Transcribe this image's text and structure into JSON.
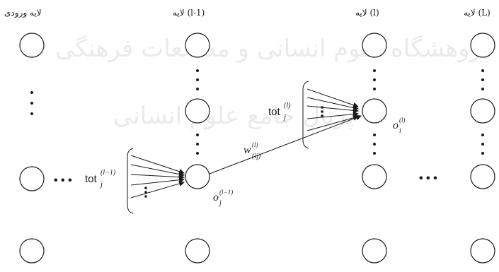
{
  "layers": {
    "input_label": "لایه ورودی",
    "prev_label": "لایه (l-1)",
    "curr_label": "لایه (l)",
    "last_label": "لایه (L)"
  },
  "math": {
    "tot_prev_base": "tot",
    "tot_prev_sub": "j",
    "tot_prev_sup": "(l−1)",
    "tot_curr_base": "tot",
    "tot_curr_sub": "j",
    "tot_curr_sup": "(l)",
    "o_prev_base": "o",
    "o_prev_sub": "j",
    "o_prev_sup": "(l−1)",
    "o_curr_base": "o",
    "o_curr_sub": "i",
    "o_curr_sup": "(l)",
    "w_base": "w",
    "w_sub": "(ij)",
    "w_sup": "(l)"
  },
  "watermark": {
    "line1": "پژوهشگاه علوم انسانی و مطالعات فرهنگی",
    "line2": "پرتال جامع علوم انسانی"
  },
  "ellipsis": "• • •"
}
